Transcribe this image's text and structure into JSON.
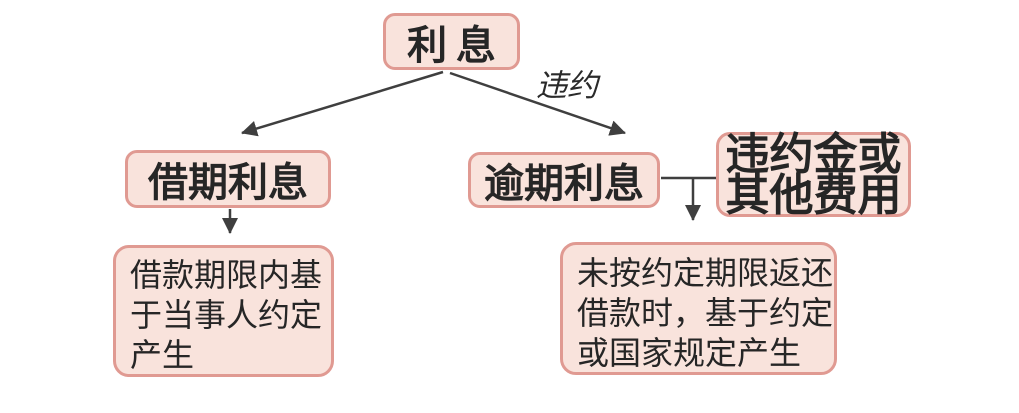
{
  "colors": {
    "box_fill": "#f9e3dc",
    "box_border": "#e09a92",
    "line": "#3f3f3f",
    "text": "#262626"
  },
  "nodes": {
    "root": {
      "label": "利息"
    },
    "loan": {
      "label": "借期利息"
    },
    "overdue": {
      "label": "逾期利息"
    },
    "penalty": {
      "lines": [
        "违约金或",
        "其他费用"
      ]
    },
    "loan_desc": {
      "lines": [
        "借款期限内基",
        "于当事人约定",
        "产生"
      ]
    },
    "overdue_desc": {
      "lines": [
        "未按约定期限返还",
        "借款时，基于约定",
        "或国家规定产生"
      ]
    }
  },
  "edges": {
    "breach_label": "违约"
  }
}
